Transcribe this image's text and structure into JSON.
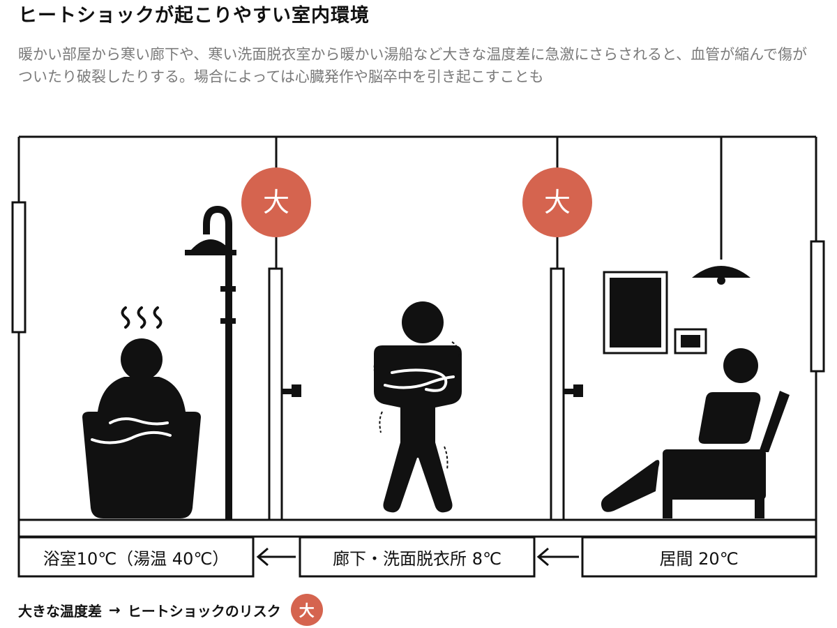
{
  "title": "ヒートショックが起こりやすい室内環境",
  "description": "暖かい部屋から寒い廊下や、寒い洗面脱衣室から暖かい湯船など大きな温度差に急激にさらされると、血管が縮んで傷がついたり破裂したりする。場合によっては心臓発作や脳卒中を引き起こすことも",
  "colors": {
    "accent": "#d5644f",
    "line": "#111111",
    "text_muted": "#7a7a7a"
  },
  "badges": {
    "left": "大",
    "right": "大"
  },
  "rooms": {
    "bathroom": "浴室10℃（湯温 40℃）",
    "hallway": "廊下・洗面脱衣所 8℃",
    "living": "居間 20℃"
  },
  "icons": {
    "steam": "steam-icon",
    "shower": "shower-icon",
    "bathtub": "bathtub-icon",
    "shivering_person": "shivering-person-icon",
    "pendant_lamp": "pendant-lamp-icon",
    "picture_frame": "picture-frame-icon",
    "recliner": "recliner-icon",
    "arrow": "arrow-left-icon"
  },
  "legend": {
    "text": "大きな温度差",
    "arrow": "→",
    "risk": "ヒートショックのリスク",
    "badge": "大"
  }
}
